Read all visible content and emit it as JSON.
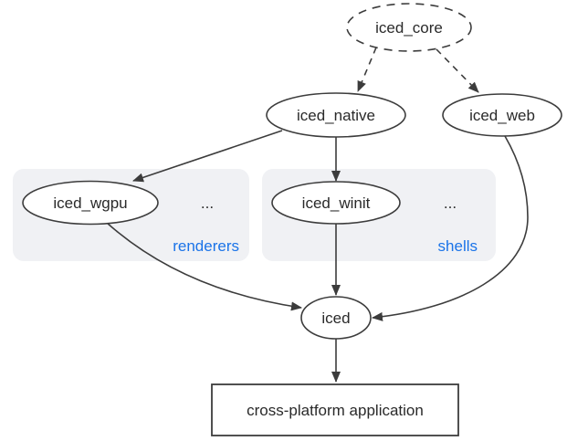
{
  "colors": {
    "canvas-bg": "#ffffff",
    "node-fill": "#ffffff",
    "node-stroke": "#3c3c3c",
    "arrow-color": "#3c3c3c",
    "text-color": "#2a2a2a",
    "accent-blue": "#1a73e8",
    "group-bg": "#f0f1f4"
  },
  "nodes": {
    "iced_core": {
      "label": "iced_core",
      "shape": "dashed-ellipse"
    },
    "iced_native": {
      "label": "iced_native",
      "shape": "ellipse"
    },
    "iced_web": {
      "label": "iced_web",
      "shape": "ellipse"
    },
    "iced_wgpu": {
      "label": "iced_wgpu",
      "shape": "ellipse"
    },
    "iced_winit": {
      "label": "iced_winit",
      "shape": "ellipse"
    },
    "iced": {
      "label": "iced",
      "shape": "ellipse"
    },
    "app": {
      "label": "cross-platform application",
      "shape": "rect"
    }
  },
  "groups": {
    "renderers": {
      "label": "renderers",
      "more": "..."
    },
    "shells": {
      "label": "shells",
      "more": "..."
    }
  },
  "edges": [
    {
      "from": "iced_core",
      "to": "iced_native",
      "style": "dashed"
    },
    {
      "from": "iced_core",
      "to": "iced_web",
      "style": "dashed"
    },
    {
      "from": "iced_native",
      "to": "iced_wgpu",
      "style": "solid"
    },
    {
      "from": "iced_native",
      "to": "iced_winit",
      "style": "solid"
    },
    {
      "from": "iced_wgpu",
      "to": "iced",
      "style": "solid"
    },
    {
      "from": "iced_winit",
      "to": "iced",
      "style": "solid"
    },
    {
      "from": "iced_web",
      "to": "iced",
      "style": "solid"
    },
    {
      "from": "iced",
      "to": "app",
      "style": "solid"
    }
  ]
}
